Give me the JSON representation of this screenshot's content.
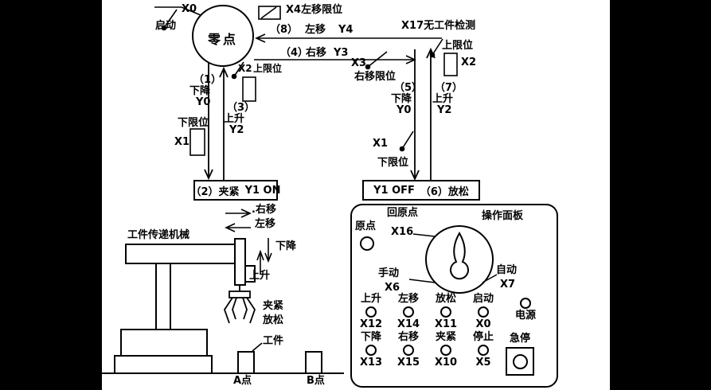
{
  "flow": {
    "x0": "X0",
    "start": "启动",
    "zero": "零点",
    "x4_limit": "X4左移限位",
    "s8_num": "（8）",
    "s8_act": "左移",
    "s8_out": "Y4",
    "x17": "X17无工件检测",
    "s4_num": "（4）",
    "s4_act": "右移",
    "s4_out": "Y3",
    "x3": "X3",
    "x3_label": "右移限位",
    "r_upper_label": "上限位",
    "r_upper_id": "X2",
    "l_upper_id": "X2",
    "l_upper_label": "上限位",
    "s1_num": "（1）",
    "s1_act": "下降",
    "s1_out": "Y0",
    "s3_num": "（3）",
    "s3_act": "上升",
    "s3_out": "Y2",
    "l_lower_label": "下限位",
    "l_lower_id": "X1",
    "s2_text": "（2）夹紧",
    "s2_out": "Y1 ON",
    "s5_num": "（5）",
    "s5_act": "下降",
    "s5_out": "Y0",
    "s7_num": "（7）",
    "s7_act": "上升",
    "s7_out": "Y2",
    "r_lower_id": "X1",
    "r_lower_label": "下限位",
    "s6_out": "Y1 OFF",
    "s6_text": "（6）放松"
  },
  "machine": {
    "title": "工件传递机械",
    "move_right": ".右移",
    "move_left": "左移",
    "down": "下降",
    "up": "上升",
    "clamp": "夹紧",
    "release": "放松",
    "workpiece": "工件",
    "point_a": "A点",
    "point_b": "B点"
  },
  "panel": {
    "title": "操作面板",
    "origin_lamp": "原点",
    "return_origin": {
      "label": "回原点",
      "id": "X16"
    },
    "manual": {
      "label": "手动",
      "id": "X6"
    },
    "auto": {
      "label": "自动",
      "id": "X7"
    },
    "buttons": [
      {
        "label": "上升",
        "id": "X12"
      },
      {
        "label": "左移",
        "id": "X14"
      },
      {
        "label": "放松",
        "id": "X11"
      },
      {
        "label": "启动",
        "id": "X0"
      },
      {
        "label": "下降",
        "id": "X13"
      },
      {
        "label": "右移",
        "id": "X15"
      },
      {
        "label": "夹紧",
        "id": "X10"
      },
      {
        "label": "停止",
        "id": "X5"
      }
    ],
    "power": "电源",
    "estop": "急停"
  }
}
